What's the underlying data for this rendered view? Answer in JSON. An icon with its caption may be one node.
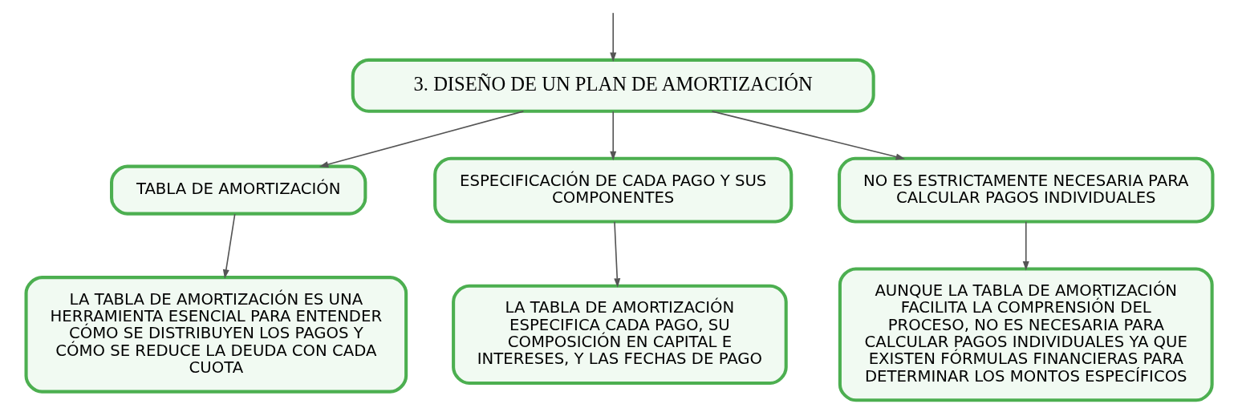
{
  "diagram": {
    "nodes": [
      {
        "text": [
          "3. DISEÑO DE UN PLAN DE AMORTIZACIÓN"
        ]
      },
      {
        "text": [
          "TABLA DE AMORTIZACIÓN"
        ]
      },
      {
        "text": [
          "ESPECIFICACIÓN DE CADA PAGO Y SUS COMPONENTES"
        ]
      },
      {
        "text": [
          "NO ES ESTRICTAMENTE NECESARIA PARA CALCULAR PAGOS INDIVIDUALES"
        ]
      },
      {
        "text": [
          "LA TABLA DE AMORTIZACIÓN ES UNA HERRAMIENTA ESENCIAL PARA ENTENDER CÓMO SE DISTRIBUYEN LOS PAGOS Y CÓMO SE REDUCE LA DEUDA CON CADA CUOTA"
        ]
      },
      {
        "text": [
          "LA TABLA DE AMORTIZACIÓN ESPECIFICA CADA PAGO, SU COMPOSICIÓN EN CAPITAL E INTERESES, Y LAS FECHAS DE PAGO"
        ]
      },
      {
        "text": [
          "AUNQUE LA TABLA DE AMORTIZACIÓN FACILITA LA COMPRENSIÓN DEL PROCESO, NO ES NECESARIA PARA CALCULAR PAGOS INDIVIDUALES YA QUE EXISTEN FÓRMULAS FINANCIERAS PARA DETERMINAR LOS MONTOS ESPECÍFICOS"
        ]
      }
    ],
    "edges": [
      {
        "from": null,
        "to": 0,
        "arrow": "to"
      },
      {
        "from": 0,
        "to": 1,
        "arrow": "to"
      },
      {
        "from": 0,
        "to": 2,
        "arrow": "to"
      },
      {
        "from": 0,
        "to": 3,
        "arrow": "to"
      },
      {
        "from": 1,
        "to": 4,
        "arrow": "to"
      },
      {
        "from": 2,
        "to": 5,
        "arrow": "to"
      },
      {
        "from": 3,
        "to": 6,
        "arrow": "to"
      }
    ]
  }
}
